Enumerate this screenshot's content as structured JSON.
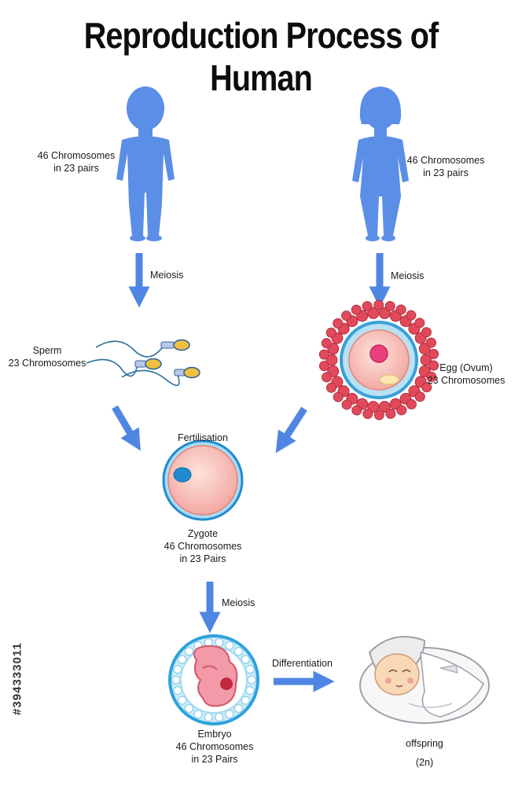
{
  "title": "Reproduction Process of Human",
  "male": {
    "chromosomes": "46 Chromosomes",
    "pairs": "in 23 pairs"
  },
  "female": {
    "chromosomes": "46 Chromosomes",
    "pairs": "in 23 pairs"
  },
  "arrows": {
    "male_meiosis": "Meiosis",
    "female_meiosis": "Meiosis",
    "zygote_meiosis": "Meiosis",
    "differentiation": "Differentiation"
  },
  "sperm": {
    "name": "Sperm",
    "chromosomes": "23 Chromosomes"
  },
  "egg": {
    "name": "Egg (Ovum)",
    "chromosomes": "23 Chromosomes"
  },
  "zygote": {
    "stage": "Fertilisation",
    "name": "Zygote",
    "chromosomes": "46 Chromosomes",
    "pairs": "in 23 Pairs"
  },
  "embryo": {
    "name": "Embryo",
    "chromosomes": "46 Chromosomes",
    "pairs": "in 23 Pairs"
  },
  "offspring": {
    "name": "offspring",
    "ploidy": "(2n)"
  },
  "stock_id": "#394333011",
  "colors": {
    "silhouette": "#5b8ee6",
    "arrow": "#4f86e3",
    "cell_pink": "#f6b9b3",
    "cell_border": "#3aa0d8",
    "follicle": "#e24a5c"
  }
}
